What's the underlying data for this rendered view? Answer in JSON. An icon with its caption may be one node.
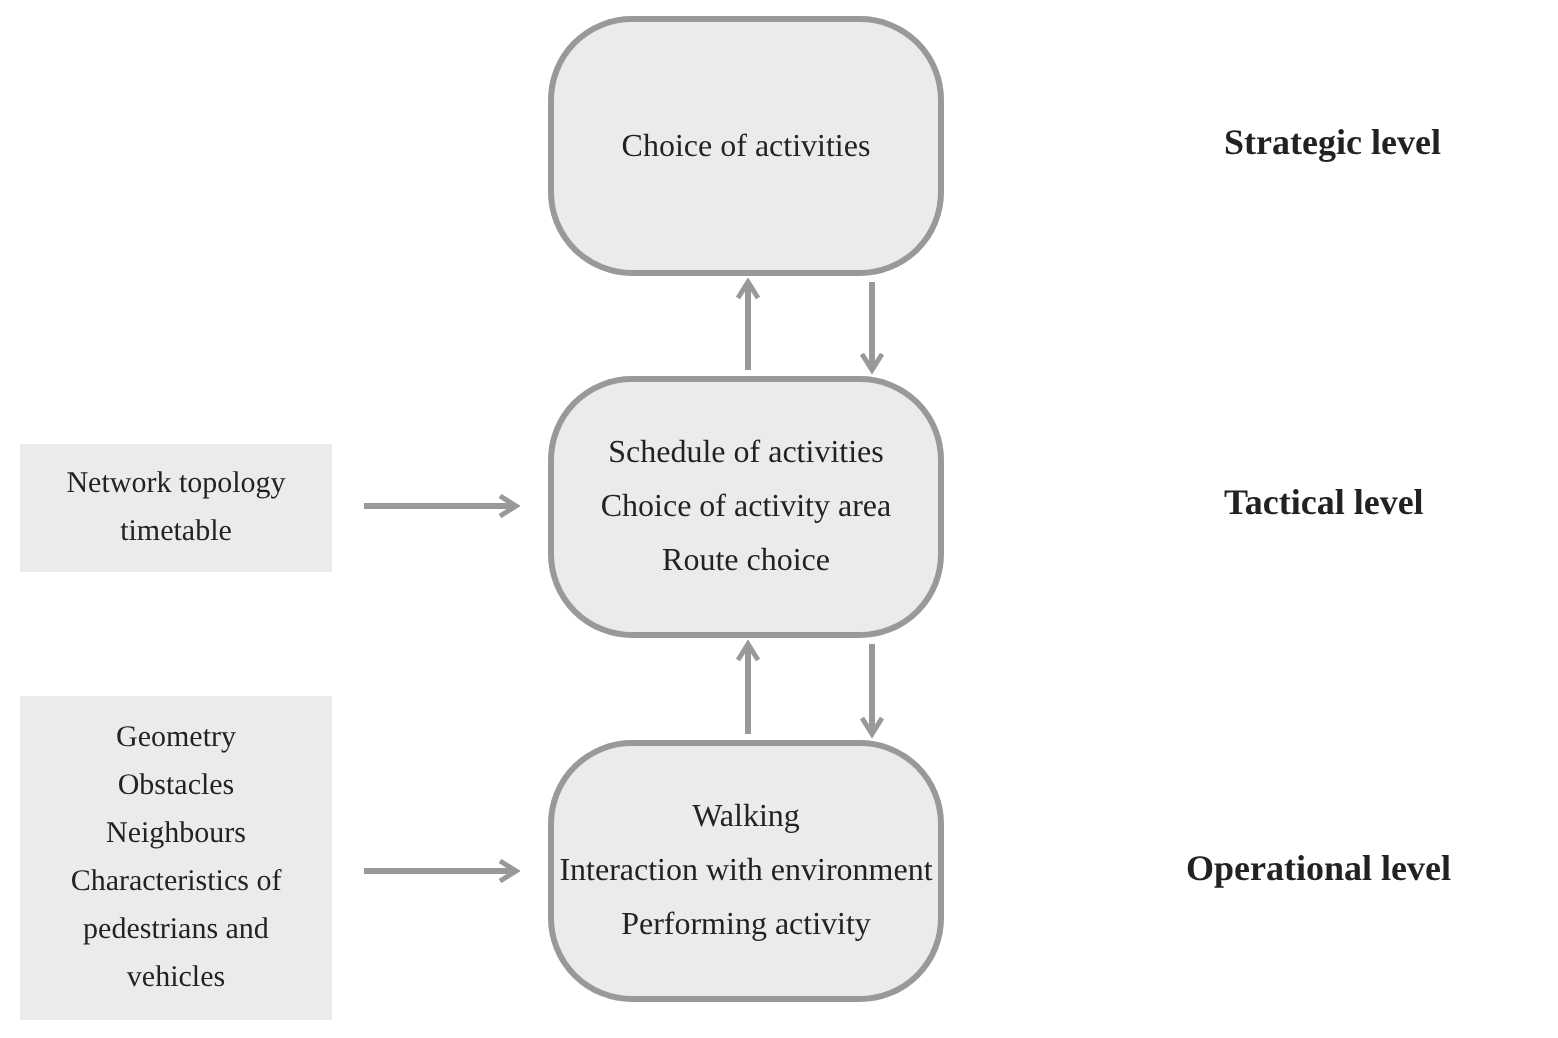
{
  "diagram": {
    "nodes": [
      {
        "text": [
          "Choice of activities"
        ]
      },
      {
        "text": [
          "Schedule of activities",
          "Choice of activity area",
          "Route choice"
        ]
      },
      {
        "text": [
          "Walking",
          "Interaction with environment",
          "Performing activity"
        ]
      },
      {
        "text": [
          "Network topology timetable"
        ]
      },
      {
        "text": [
          "Geometry",
          "Obstacles",
          "Neighbours",
          "Characteristics of pedestrians and vehicles"
        ]
      }
    ],
    "edges": [
      {
        "from": 1,
        "to": 0,
        "arrow": "to"
      },
      {
        "from": 0,
        "to": 1,
        "arrow": "to"
      },
      {
        "from": 2,
        "to": 1,
        "arrow": "to"
      },
      {
        "from": 1,
        "to": 2,
        "arrow": "to"
      },
      {
        "from": 3,
        "to": 1,
        "arrow": "to"
      },
      {
        "from": 4,
        "to": 2,
        "arrow": "to"
      }
    ],
    "labels": [
      "Strategic level",
      "Tactical level",
      "Operational level"
    ]
  }
}
